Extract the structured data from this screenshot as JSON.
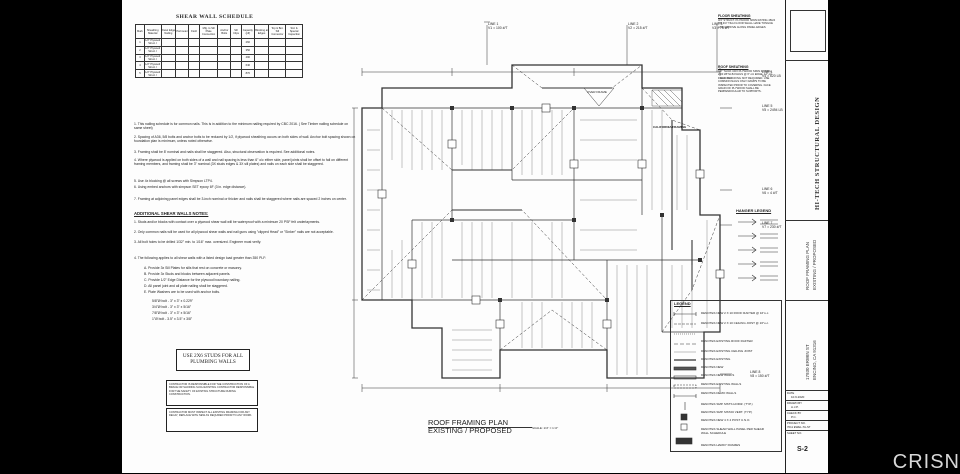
{
  "schedule": {
    "title": "SHEAR WALL SCHEDULE",
    "headers": [
      "Mark",
      "Sheathing Material",
      "Panel Edge Nailing",
      "Perimeter",
      "Field",
      "Mfg. to Sill Plate Connection",
      "Anchor Bolts",
      "Sill Clips",
      "Capacity (plf)",
      "Blocking at Edges",
      "Top & Bot. Sill Connector",
      "Std. & Special Inspection"
    ],
    "rows": [
      {
        "mark": "1",
        "material": "1/2\" Plywood Struct. I",
        "cap": "260"
      },
      {
        "mark": "2",
        "material": "1/2\" Plywood Struct. I",
        "cap": "350"
      },
      {
        "mark": "3",
        "material": "1/2\" Plywood Struct. I",
        "cap": "490"
      },
      {
        "mark": "4",
        "material": "1/2\" Plywood Struct. I",
        "cap": "640"
      },
      {
        "mark": "5",
        "material": "1/2\" Plywood Struct. I",
        "cap": "870"
      }
    ]
  },
  "notes": [
    "1. This nailing schedule is for common nails. This is in addition to the minimum nailing required by CBC 2016. ( See Timber nailing schedule on same sheet)",
    "2. Spacing of A36, 5/8 bolts and anchor bolts to be reduced by 1/2, if plywood sheathing occurs on both sides of wall. Anchor bolt spacing shown on foundation plan is minimum, unless noted otherwise.",
    "3. Framing shall be 8' nominal and nails shall be staggered. Also, structural observation is required. See additional notes.",
    "4. Where plywood is applied on both sides of a wall and nail spacing is less than 6\" o/c either side, panel joints shall be offset to fall on different framing members, and framing shall be 3\" nominal (3X studs edges & 3X sill plates) and nails on each side shall be staggered.",
    "5. Use 4x blocking @ all screws with Simpson LTP4.",
    "6. Using embed anchors with simpson SET epoxy 6F (3 in. edge distance).",
    "7. Framing at adjoining panel edges shall be 3-inch nominal or thicker and nails shall be staggered where nails are spaced 2 inches on center."
  ],
  "additional": {
    "title": "ADDITIONAL SHEAR WALLS NOTES:",
    "items": [
      "1. Studs and/or blocks with contact over a plywood shear wall will be waterproof with a minimum 20 PSF felt underlayments.",
      "2. Only common nails will be used for all plywood shear walls and nail guns using \"clipped Head\" or \"Sinker\" nails are not acceptable.",
      "3. All bolt holes to be drilled 1/32\" min. to 1/16\" max. oversized. Engineer must verify.",
      "4. The following applies to all shear walls with a listed design load greater than 350 PLF:"
    ],
    "sub": [
      "A. Provide 3x Sill Plates for sills that rest on concrete or masonry.",
      "B. Provide 3x Studs and blocks between adjacent panels.",
      "C. Provide 1/2\" Edge Distance for the plywood boundary nailing.",
      "D. All panel joint and all plate nailing shall be staggered.",
      "E. Plate Washers are to be used with anchor bolts."
    ],
    "bolts": [
      "5/8\"Ø bolt - 3\" x 3\" x 0.229\"",
      "3/4\"Ø bolt - 3\" x 3\" x 5/16\"",
      "7/8\"Ø bolt - 3\" x 3\" x 5/16\"",
      "1\"Ø bolt - 3.5\" x 3.5\" x 3/8\""
    ]
  },
  "plumbing_note": "USE 2X6 STUDS FOR ALL PLUMBING WALLS",
  "contractor_notes": [
    "CONTRACTOR IS RESPONSIBLE FOR THE CONSTRUCTION OF A BRACE OR SHORING SUCH EXISTING CONTRACTOR RESPONSIBLE FOR THE SAFETY OF EXISTING STRUCTURE DURING CONSTRUCTION.",
    "CONTRACTOR MUST INSPECT ALL EXISTING FRAMING FOR ANY DECAY, REPLACE WITH NEW AS REQUIRED PRIOR TO ANY WORK."
  ],
  "lines": [
    {
      "label": "LINE 1",
      "value": "V1 = 100 #/T"
    },
    {
      "label": "LINE 2",
      "value": "V2 = 215 #/T"
    },
    {
      "label": "LINE 3",
      "value": "V3 = 75 #/T"
    },
    {
      "label": "LINE 4",
      "value": "V4 = 620 LB"
    },
    {
      "label": "LINE 5",
      "value": "V5 = 2494 LB"
    },
    {
      "label": "LINE 6",
      "value": "V6 = 4 #/T"
    },
    {
      "label": "LINE 7",
      "value": "V7 = 230 #/T"
    },
    {
      "label": "LINE 8",
      "value": "V8 = 150 #/T"
    }
  ],
  "floor_sheathing": {
    "title": "FLOOR SHEATHING",
    "text": "3/4\" STRUCT. PLYWOOD SPAN RATING 48/24 OR 3/4\" T&G FLOOR SHALL HAVE TONGUE AND GROOVE ALONG PANEL EDGES"
  },
  "roof_sheathing": {
    "title": "ROOF SHEATHING",
    "text": "1/2\" THICK CDX PLYWOOD SPAN RATING 24/0 WITH 8d NAILS @ 6\" o/c EDGE, 12\" o/c FIELD. BLOCKING NOT REQUIRED. USE COMMON NAILS ONLY DAMPS TO BE INSPECTED PRIOR TO COVERING. FACE GRAIN OF PLYWOOD SHALL BE PERPENDICULAR TO SUPPORTS."
  },
  "plan_title": "ROOF FRAMING PLAN",
  "plan_subtitle": "EXISTING / PROPOSED",
  "plan_scale": "SCALE: 1/4\" = 1'-0\"",
  "plan_labels": {
    "california_framing": "CALIFORNIA FRAMING",
    "over_frame": "OVER FRAME"
  },
  "hanger_legend": {
    "title": "HANGER LEGEND"
  },
  "legend": {
    "title": "LEGEND",
    "items": [
      "DENOTES NEW 2 X 10 ROOF RAFTER @ 16\"o.c.",
      "DENOTES NEW 2 X 10 CEILING JOIST @ 16\"o.c.",
      "DENOTES EXISTING ROOF RAFTER",
      "DENOTES EXISTING CEILING JOIST",
      "DENOTES EXISTING",
      "DENOTES NEW",
      "DENOTES NEW WALLS",
      "DENOTES EXISTING WALLS",
      "DENOTES DEMO WALLS",
      "DENOTES SMP. MSTS HORIZ. (TYP.)",
      "DENOTES SMP. MSTA6 VERT. (TYP.)",
      "DENOTES NEW 4 X 4 POST U.N.O.",
      "DENOTES SHEAR WALL PANEL PER SHEAR WALL SCHEDULE",
      "DENOTES HARDY FRAMES"
    ]
  },
  "title_block": {
    "firm": "HI-TECH STRUCTURAL DESIGN",
    "project": "ROOF FRAMING PLAN",
    "project_sub": "EXISTING / PROPOSED",
    "address": "17930 ERWIN ST",
    "city": "ENCINO, CA 91316",
    "date_label": "DATE",
    "date": "10.9.2020",
    "drawn_label": "DRAWN BY",
    "drawn": "A.J.P.",
    "checked_label": "CHECK BY",
    "checked": "P.C.",
    "project_no_label": "PROJECT NO.",
    "project_no": "7011 EWEL-TA-ST",
    "sheet_label": "SHEET NO.",
    "sheet": "S-2"
  },
  "watermark": "CRISN"
}
